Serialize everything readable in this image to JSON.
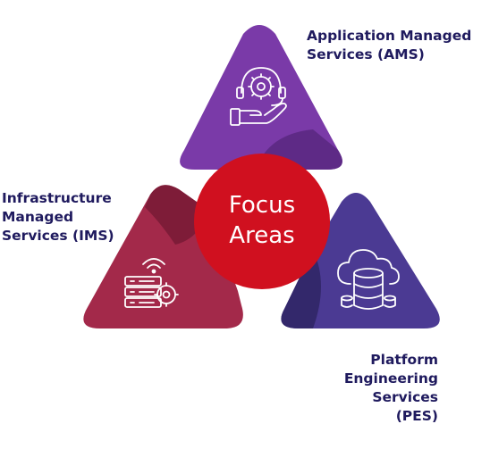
{
  "center": {
    "lines": [
      "Focus",
      "Areas"
    ],
    "color": "#d0101f"
  },
  "areas": [
    {
      "key": "ams",
      "lines": [
        "Application Managed",
        "Services (AMS)"
      ],
      "color": "#7a3aa8",
      "fold_color": "#5e2a86",
      "icon": "gear-headset-hand-icon"
    },
    {
      "key": "ims",
      "lines": [
        "Infrastructure",
        "Managed",
        "Services (IMS)"
      ],
      "color": "#a3294a",
      "fold_color": "#7e1c38",
      "icon": "wifi-server-gear-icon"
    },
    {
      "key": "pes",
      "lines": [
        "Platform",
        "Engineering",
        "Services",
        "(PES)"
      ],
      "color": "#4b3a93",
      "fold_color": "#33286b",
      "icon": "cloud-database-icon"
    }
  ],
  "text_color": "#1f1a5e"
}
